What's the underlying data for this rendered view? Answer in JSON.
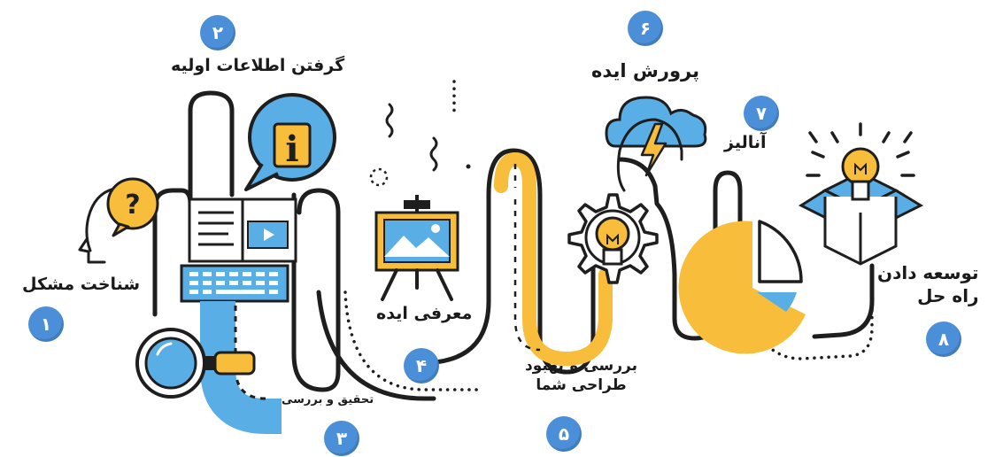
{
  "steps": [
    {
      "number": "۱",
      "label": "شناخت مشکل"
    },
    {
      "number": "۲",
      "label": "گرفتن اطلاعات اولیه"
    },
    {
      "number": "۳",
      "label": "تحقیق و بررسی"
    },
    {
      "number": "۴",
      "label": "معرفی ایده"
    },
    {
      "number": "۵",
      "label": "بررسی و بهبود طراحی شما",
      "label_line1": "بررسی و بهبود",
      "label_line2": "طراحی شما"
    },
    {
      "number": "۶",
      "label": "پرورش ایده"
    },
    {
      "number": "۷",
      "label": "آنالیز"
    },
    {
      "number": "۸",
      "label": "توسعه دادن راه حل",
      "label_line1": "توسعه دادن",
      "label_line2": "راه حل"
    }
  ],
  "icons": {
    "info_symbol": "i",
    "question_symbol": "?"
  },
  "colors": {
    "badge": "#4a8fd8",
    "line": "#1e1e1e",
    "accent_yellow": "#f7bd3b",
    "accent_blue": "#5aaee6"
  }
}
